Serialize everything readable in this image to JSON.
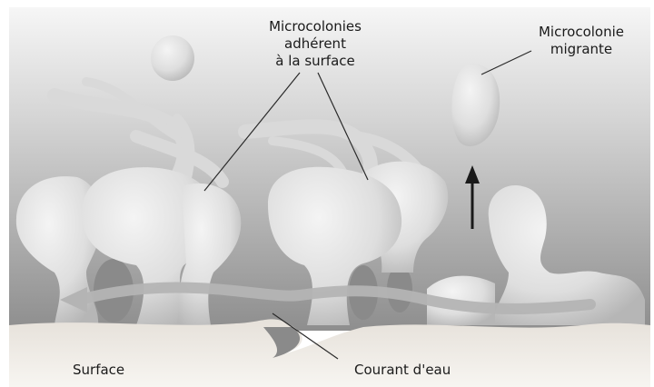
{
  "labels": {
    "adherent": [
      "Microcolonies",
      "adhérent",
      "à la surface"
    ],
    "migrante": [
      "Microcolonie",
      "migrante"
    ],
    "surface": "Surface",
    "courant": "Courant d'eau"
  },
  "colors": {
    "background_top": "#f4f4f4",
    "background_bottom": "#9a9a9a",
    "colony_fill": "#e2e2e2",
    "colony_shadow": "#b8b8b8",
    "surface_fill": "#f0ece6",
    "arrow": "#1a1a1a"
  }
}
